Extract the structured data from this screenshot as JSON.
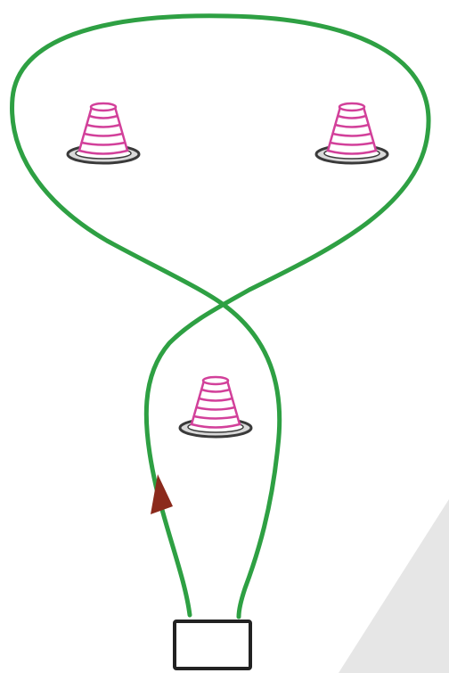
{
  "diagram": {
    "path_color": "#2ea043",
    "arrow_color": "#8b2a1c",
    "cone_stripe_color": "#d2409a",
    "cone_outline_color": "#3a3a3a",
    "cone_base_color": "#d9d9d9",
    "start_box_color": "#222222",
    "corner_shadow_color": "#e6e6e6",
    "cones": [
      {
        "name": "cone-top-left"
      },
      {
        "name": "cone-top-right"
      },
      {
        "name": "cone-center"
      }
    ],
    "start_marker": "start-box",
    "direction_icon": "arrow-up-icon"
  }
}
